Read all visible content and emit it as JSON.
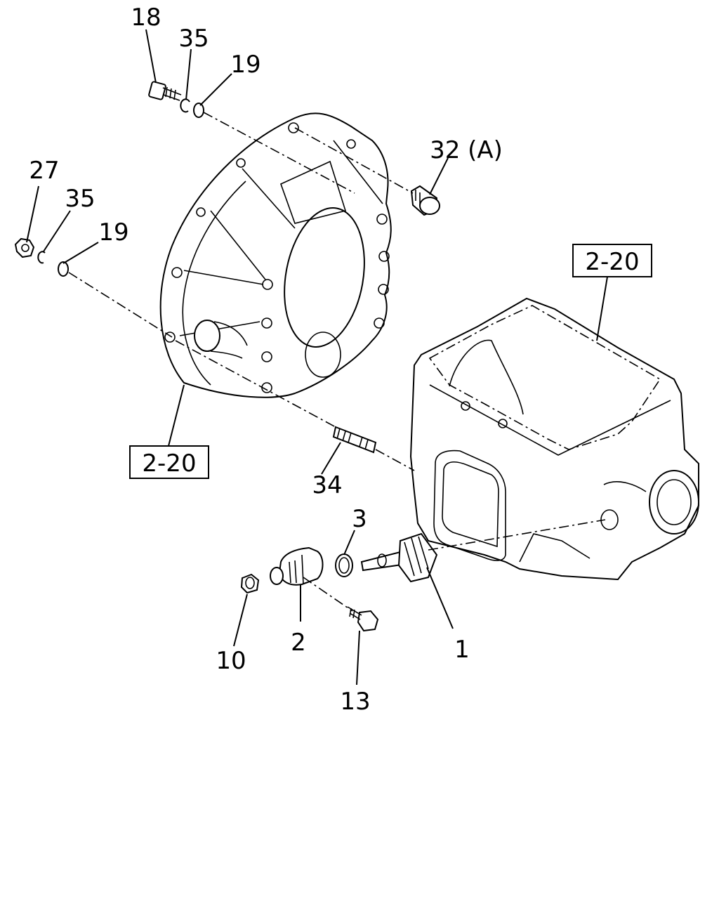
{
  "diagram": {
    "callouts": {
      "c18": "18",
      "c35_top": "35",
      "c19_top": "19",
      "c27": "27",
      "c35_left": "35",
      "c19_left": "19",
      "c32a": "32 (A)",
      "c34": "34",
      "c3": "3",
      "c1": "1",
      "c2": "2",
      "c10": "10",
      "c13": "13"
    },
    "refs": {
      "ref_right": "2-20",
      "ref_left": "2-20"
    }
  }
}
